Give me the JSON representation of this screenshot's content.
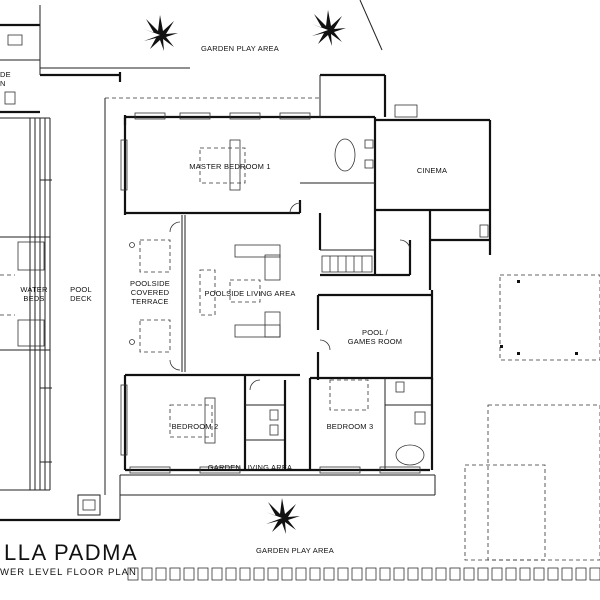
{
  "drawing": {
    "title": "LLA PADMA",
    "subtitle": "WER LEVEL FLOOR PLAN"
  },
  "rooms": {
    "garden_play_area_top": "GARDEN PLAY AREA",
    "master_bedroom": "MASTER BEDROOM 1",
    "cinema": "CINEMA",
    "poolside_living_area": "POOLSIDE LIVING AREA",
    "poolside_covered_terrace": "POOLSIDE\nCOVERED\nTERRACE",
    "water_beds": "WATER\nBEDS",
    "pool_deck": "POOL\nDECK",
    "pool_games_room": "POOL /\nGAMES ROOM",
    "bedroom_2": "BEDROOM 2",
    "bedroom_3": "BEDROOM 3",
    "garden_living_area": "GARDEN LIVING AREA",
    "garden_play_area_bottom": "GARDEN PLAY AREA",
    "cut_off_top_left": "DE\nN"
  }
}
